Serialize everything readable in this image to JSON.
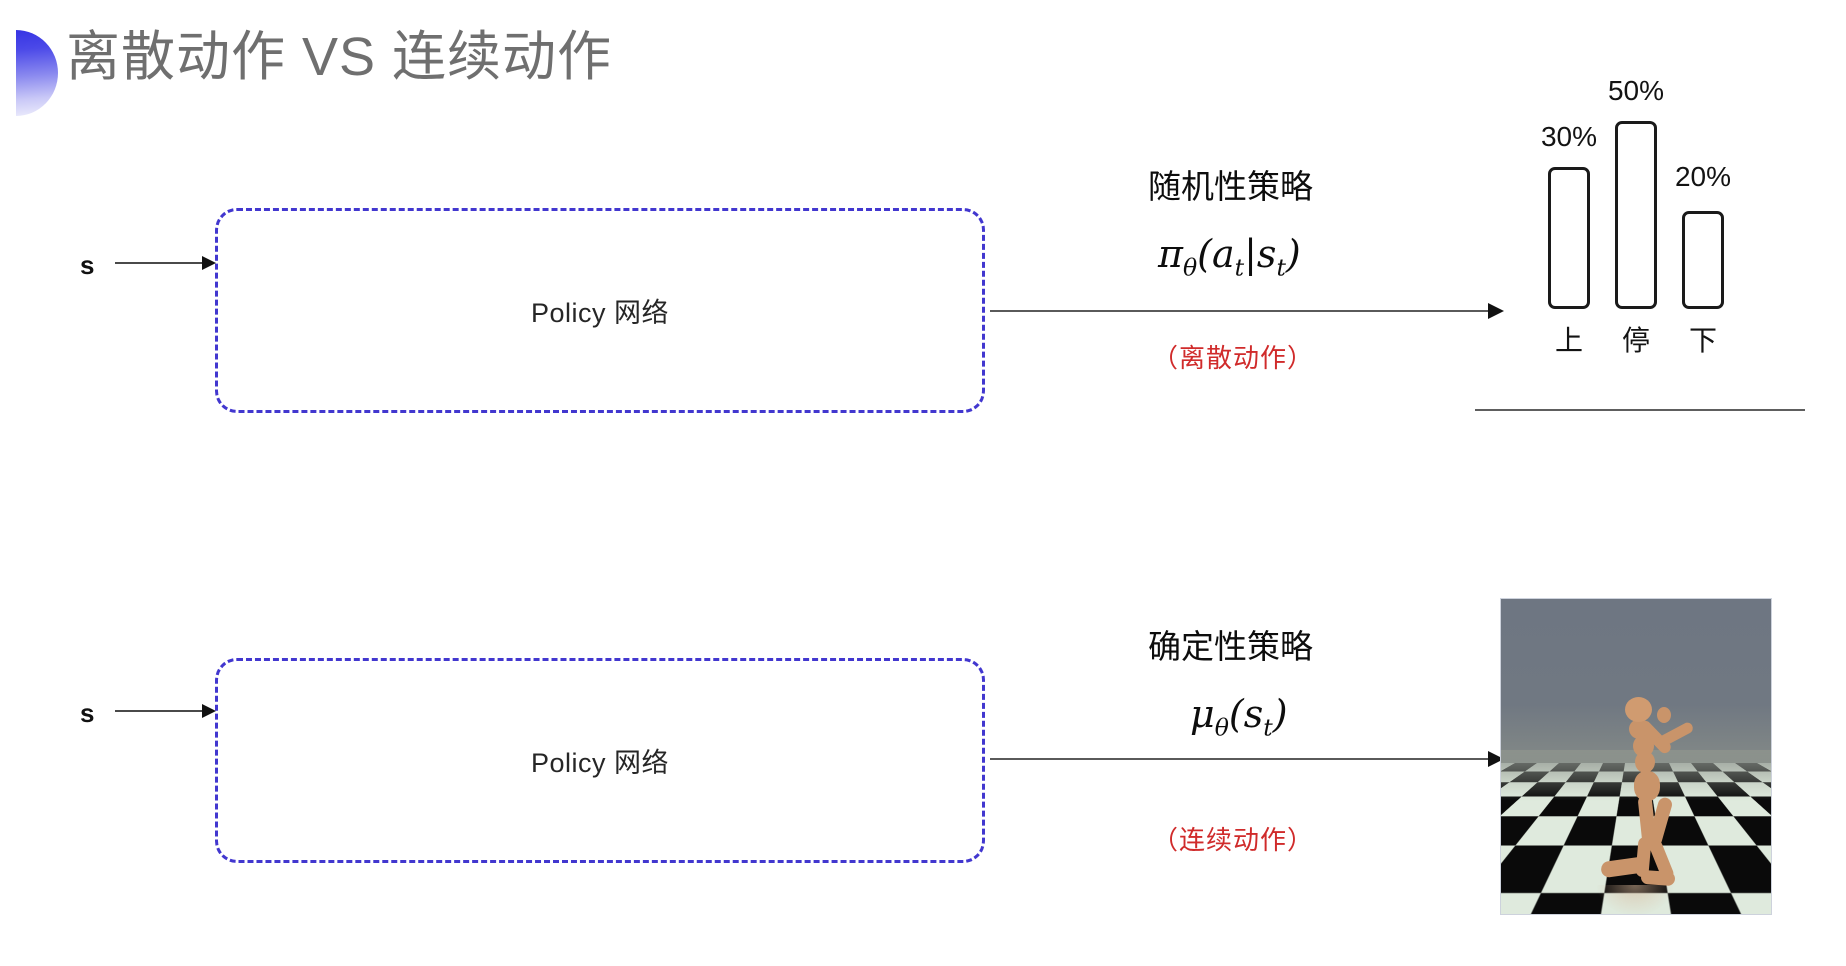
{
  "slide": {
    "title": "离散动作 VS 连续动作",
    "bullet_icon": "half-circle-bullet-icon",
    "title_color": "#6f6f6f",
    "accent_color": "#3634E4",
    "note_color": "#d02b2b",
    "box_border_color": "#4237cf"
  },
  "discrete_row": {
    "state_label": "s",
    "policy_box_label": "Policy 网络",
    "policy_kind": "随机性策略",
    "policy_formula": "π",
    "policy_formula_sub": "θ",
    "policy_formula_rest": "(a",
    "policy_formula_sub2": "t",
    "policy_formula_mid": "|s",
    "policy_formula_sub3": "t",
    "policy_formula_end": ")",
    "note": "（离散动作）"
  },
  "continuous_row": {
    "state_label": "s",
    "policy_box_label": "Policy 网络",
    "policy_kind": "确定性策略",
    "policy_formula": "μ",
    "policy_formula_sub": "θ",
    "policy_formula_rest": "(s",
    "policy_formula_sub2": "t",
    "policy_formula_end": ")",
    "note": "（连续动作）",
    "sim_caption": "mujoco-humanoid-simulation"
  },
  "chart_data": {
    "type": "bar",
    "title": "",
    "categories": [
      "上",
      "停",
      "下"
    ],
    "values": [
      30,
      50,
      20
    ],
    "value_labels": [
      "30%",
      "50%",
      "20%"
    ],
    "xlabel": "",
    "ylabel": "",
    "ylim": [
      0,
      60
    ],
    "grid": false,
    "legend": "none",
    "bar_fill": "#ffffff",
    "bar_stroke": "#1a1a1a"
  }
}
